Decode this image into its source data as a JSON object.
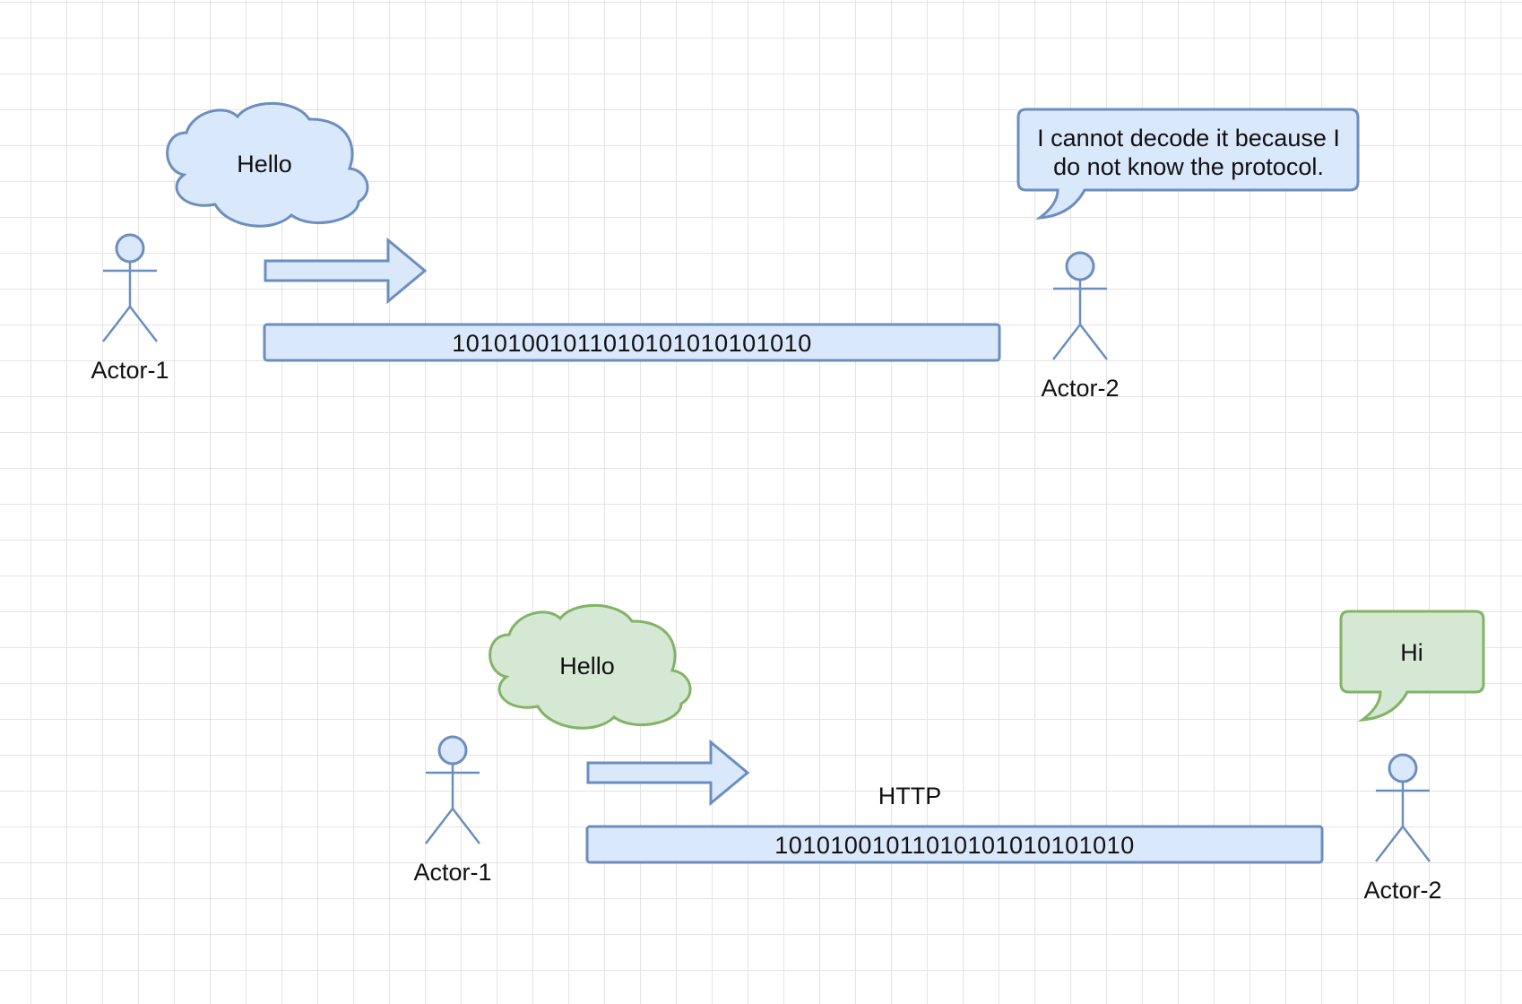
{
  "scenario_without_protocol": {
    "sender_label": "Actor-1",
    "receiver_label": "Actor-2",
    "thought": "Hello",
    "bitstream": "10101001011010101010101010",
    "reply_bubble": "I cannot decode it because I do not know the protocol.",
    "theme_color": "#dae8fc",
    "stroke_color": "#6c8ebf"
  },
  "scenario_with_protocol": {
    "sender_label": "Actor-1",
    "receiver_label": "Actor-2",
    "thought": "Hello",
    "protocol_label": "HTTP",
    "bitstream": "10101001011010101010101010",
    "reply_bubble": "Hi",
    "theme_color": "#d5e8d4",
    "stroke_color": "#82b366"
  }
}
